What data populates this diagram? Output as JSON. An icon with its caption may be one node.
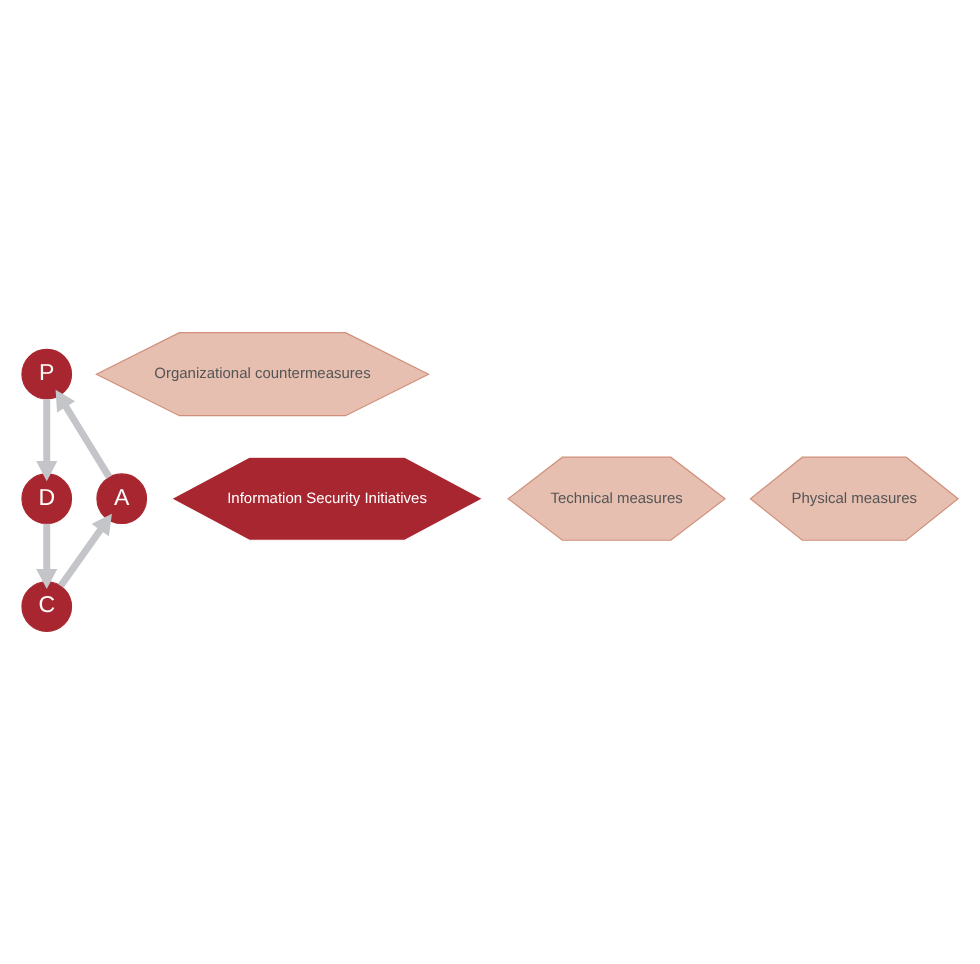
{
  "diagram": {
    "nodes": [
      {
        "text": [
          "P"
        ]
      },
      {
        "text": [
          "D"
        ]
      },
      {
        "text": [
          "C"
        ]
      },
      {
        "text": [
          "A"
        ]
      },
      {
        "text": [
          "Organizational countermeasures"
        ]
      },
      {
        "text": [
          "Information Security Initiatives"
        ]
      },
      {
        "text": [
          "Technical measures"
        ]
      },
      {
        "text": [
          "Physical measures"
        ]
      }
    ],
    "edges": [
      {
        "from": 0,
        "to": 1,
        "arrow": "to"
      },
      {
        "from": 1,
        "to": 2,
        "arrow": "to"
      },
      {
        "from": 2,
        "to": 3,
        "arrow": "to"
      },
      {
        "from": 3,
        "to": 0,
        "arrow": "to"
      }
    ]
  }
}
